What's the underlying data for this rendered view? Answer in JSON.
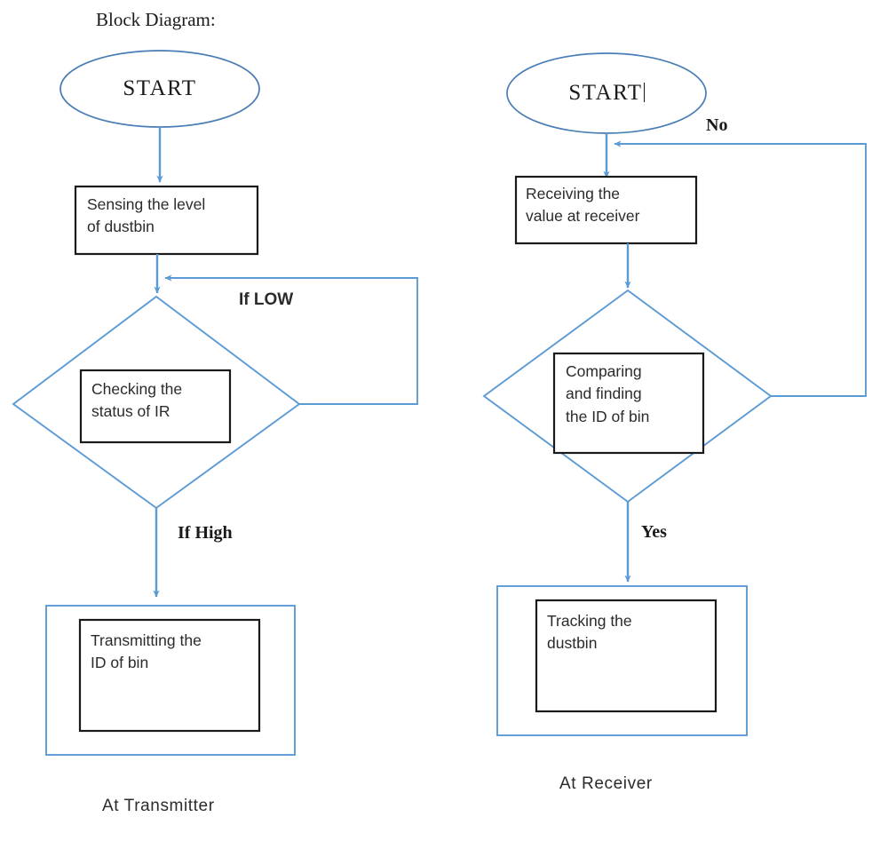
{
  "page": {
    "title": "Block Diagram:",
    "background": "#ffffff",
    "accent_blue": "#5B9BD5",
    "box_border": "#1a1a1a",
    "text_color": "#2b2b2b"
  },
  "transmitter": {
    "caption": "At Transmitter",
    "start": "START",
    "process": "Sensing the level\nof dustbin",
    "decision": "Checking the\nstatus of IR",
    "loop_label": "If LOW",
    "yes_label": "If High",
    "terminal": "Transmitting the\nID of bin"
  },
  "receiver": {
    "caption": "At Receiver",
    "start": "START",
    "start_has_caret": true,
    "process": "Receiving the\nvalue at receiver",
    "decision": "Comparing\nand finding\nthe ID of bin",
    "loop_label": "No",
    "yes_label": "Yes",
    "terminal": "Tracking the\ndustbin"
  }
}
